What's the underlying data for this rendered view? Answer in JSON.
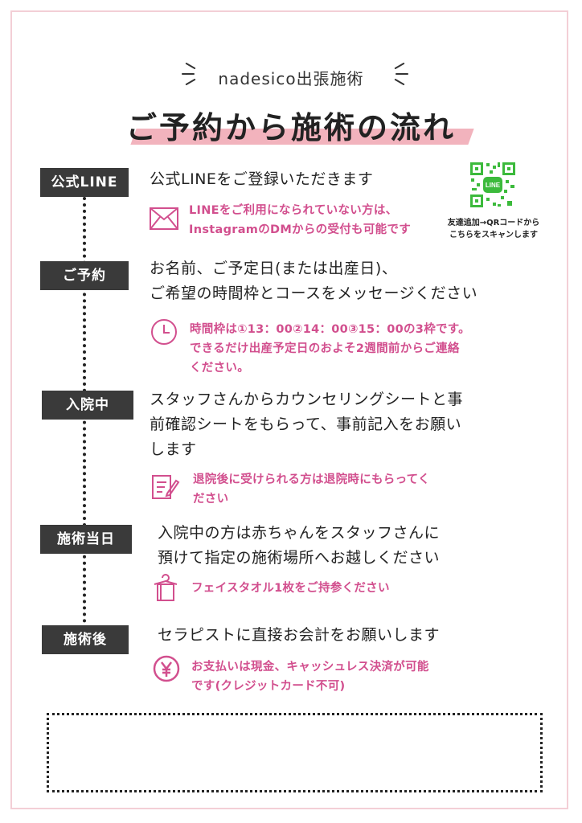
{
  "header": {
    "subtitle": "nadesico出張施術",
    "title": "ご予約から施術の流れ"
  },
  "qr": {
    "caption": "友達追加→QRコードから\nこちらをスキャンします",
    "logo_text": "LINE"
  },
  "colors": {
    "accent_pink": "#d24f8e",
    "highlight_pink": "#f2b3bd",
    "qr_green": "#3cba3c",
    "label_bg": "#3a3a3a",
    "frame_pink": "#f3cfd6"
  },
  "steps": [
    {
      "label": "公式LINE",
      "text": "公式LINEをご登録いただきます",
      "note": "LINEをご利用になられていない方は、\nInstagramのDMからの受付も可能です",
      "icon": "envelope-icon"
    },
    {
      "label": "ご予約",
      "text": "お名前、ご予定日(または出産日)、\nご希望の時間枠とコースをメッセージください",
      "note": "時間枠は①13：00②14：00③15：00の3枠です。\nできるだけ出産予定日のおよそ2週間前からご連絡\nください。",
      "icon": "clock-icon"
    },
    {
      "label": "入院中",
      "text": "スタッフさんからカウンセリングシートと事\n前確認シートをもらって、事前記入をお願い\nします",
      "note": "退院後に受けられる方は退院時にもらってく\nださい",
      "icon": "document-pen-icon"
    },
    {
      "label": "施術当日",
      "text": "入院中の方は赤ちゃんをスタッフさんに\n預けて指定の施術場所へお越しください",
      "note": "フェイスタオル1枚をご持参ください",
      "icon": "towel-icon"
    },
    {
      "label": "施術後",
      "text": "セラピストに直接お会計をお願いします",
      "note": "お支払いは現金、キャッシュレス決済が可能\nです(クレジットカード不可)",
      "icon": "yen-icon"
    }
  ]
}
